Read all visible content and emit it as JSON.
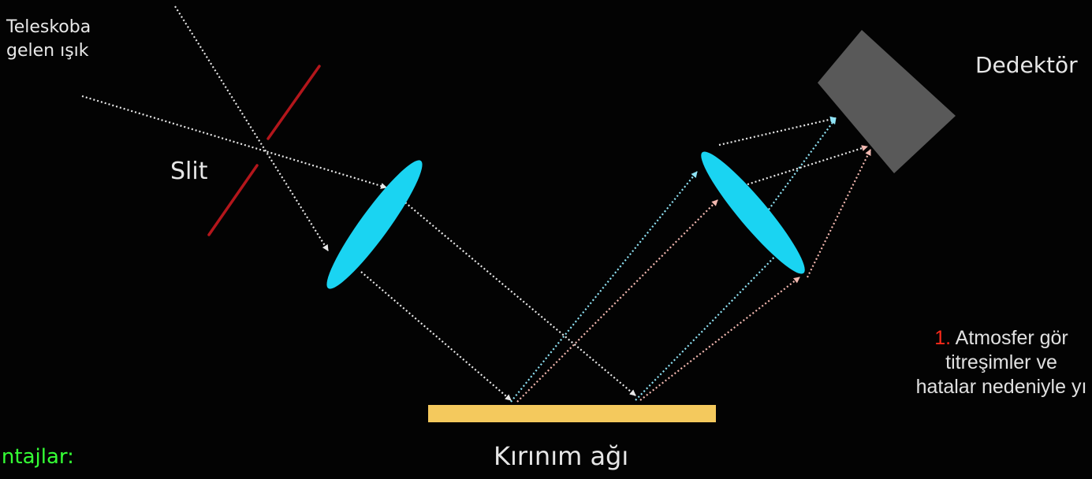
{
  "labels": {
    "incoming_light": [
      "Teleskoba",
      "gelen ışık"
    ],
    "slit": "Slit",
    "detector": "Dedektör",
    "grating": "Kırınım ağı"
  },
  "note": {
    "number": "1.",
    "lines": [
      "Atmosfer gör",
      "titreşimler ve",
      "hatalar nedeniyle yı"
    ]
  },
  "advantages_heading": "antajlar:",
  "colors": {
    "background": "#030303",
    "slit": "#b3161b",
    "lens": "#1ad4f2",
    "grating": "#f4c95d",
    "detector": "#595959",
    "ray_white": "#e8e8e8",
    "ray_blue": "#8fe3f5",
    "ray_red": "#f2b8b0",
    "note_number": "#ff2a1a",
    "advantages": "#35ff35"
  }
}
